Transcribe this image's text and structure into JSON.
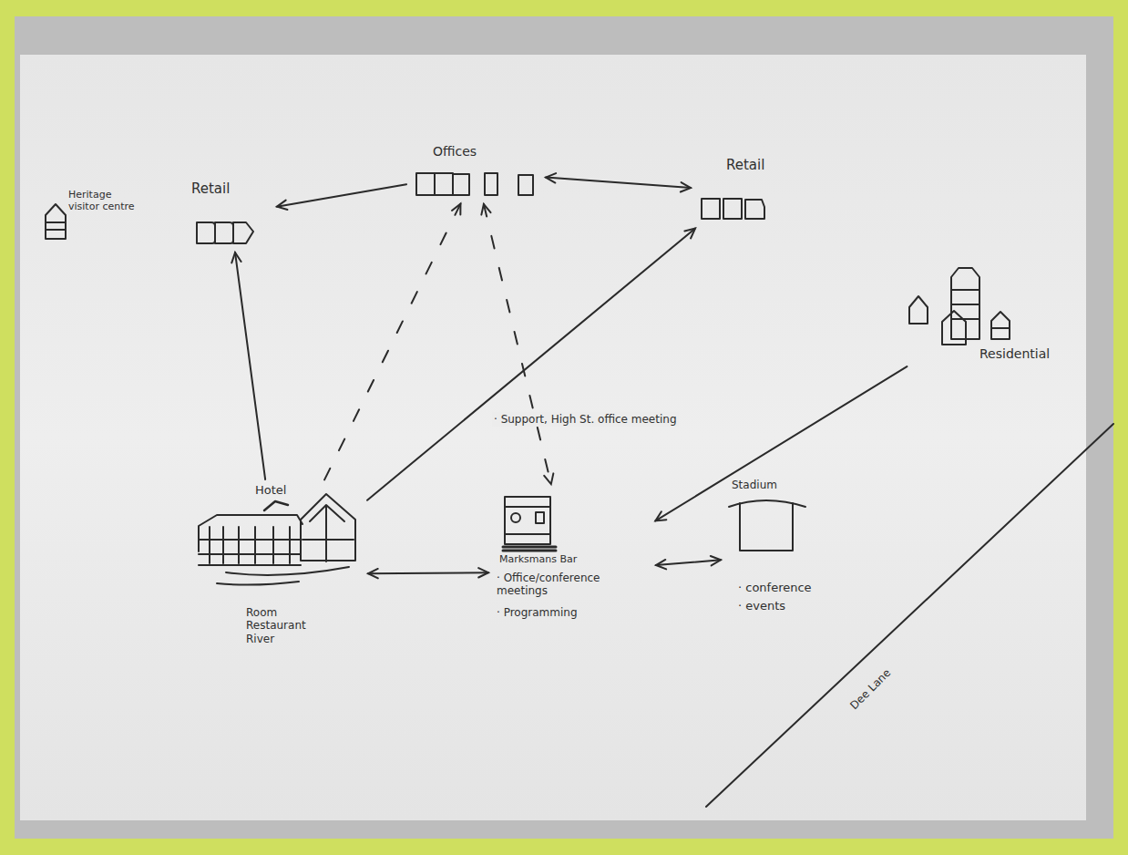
{
  "diagram": {
    "nodes": [
      {
        "text": [
          "Offices"
        ]
      },
      {
        "text": [
          "Retail"
        ]
      },
      {
        "text": [
          "Retail"
        ]
      },
      {
        "text": [
          "Residential"
        ]
      },
      {
        "text": [
          "Heritage visitor centre"
        ]
      },
      {
        "text": [
          "Hotel",
          "Room Restaurant River"
        ]
      },
      {
        "text": [
          "Marksmans Bar",
          "· Office/conference meetings",
          "· Programming"
        ]
      },
      {
        "text": [
          "Stadium",
          "· conference",
          "· events"
        ]
      }
    ],
    "edges": [
      {
        "from": 0,
        "to": 1,
        "arrow": "to"
      },
      {
        "from": 0,
        "to": 2,
        "arrow": "both"
      },
      {
        "from": 5,
        "to": 1,
        "arrow": "to"
      },
      {
        "from": 5,
        "to": 2,
        "arrow": "to"
      },
      {
        "from": 5,
        "to": 0,
        "arrow": "to"
      },
      {
        "from": 0,
        "to": 6,
        "arrow": "both"
      },
      {
        "from": 3,
        "to": 6,
        "arrow": "to"
      },
      {
        "from": 5,
        "to": 6,
        "arrow": "both"
      },
      {
        "from": 6,
        "to": 7,
        "arrow": "both"
      }
    ],
    "labels": [
      "· Support, High St. office meeting",
      "Dee Lane"
    ]
  }
}
